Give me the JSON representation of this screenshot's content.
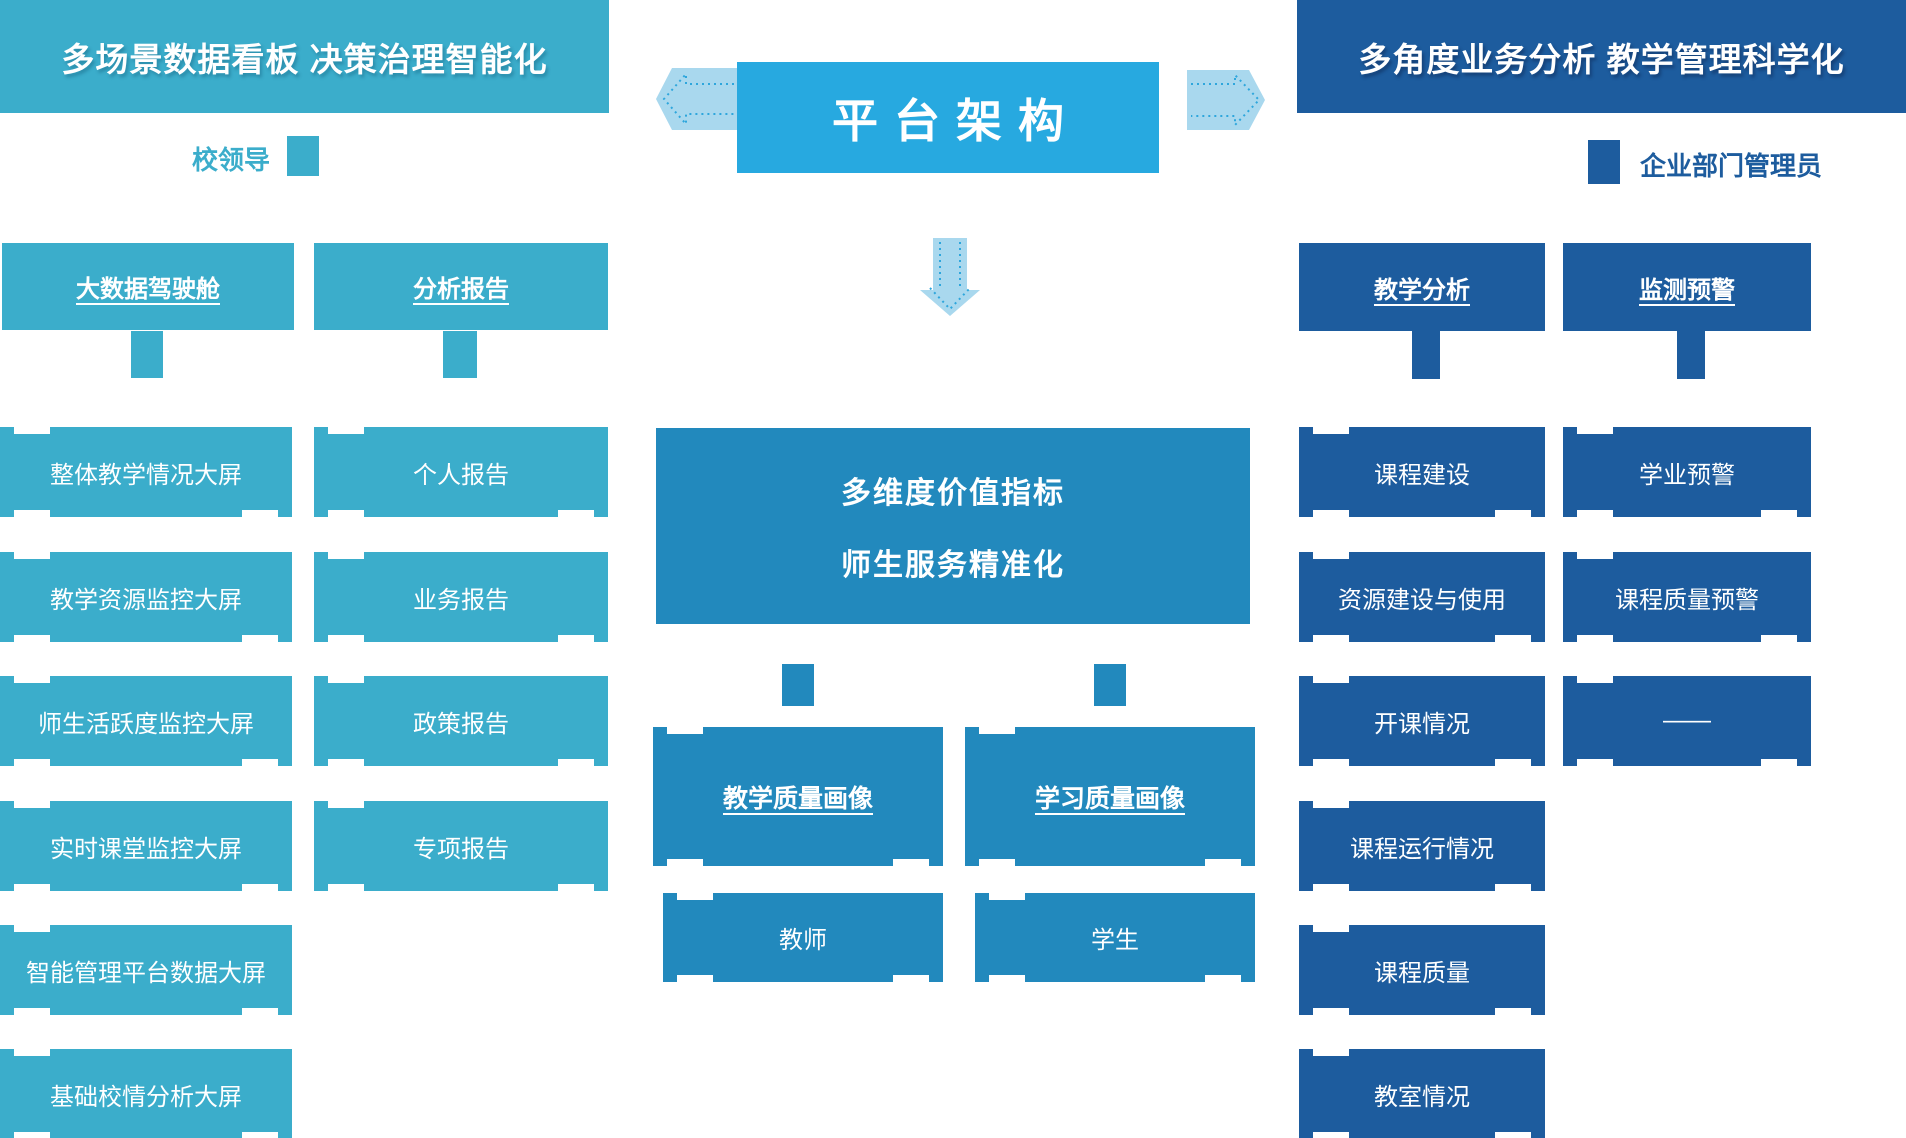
{
  "left_panel": {
    "banner": "多场景数据看板 决策治理智能化",
    "role_label": "校领导",
    "columns": [
      {
        "header": "大数据驾驶舱",
        "items": [
          "整体教学情况大屏",
          "教学资源监控大屏",
          "师生活跃度监控大屏",
          "实时课堂监控大屏",
          "智能管理平台数据大屏",
          "基础校情分析大屏"
        ]
      },
      {
        "header": "分析报告",
        "items": [
          "个人报告",
          "业务报告",
          "政策报告",
          "专项报告"
        ]
      }
    ]
  },
  "center_panel": {
    "title": "平台架构",
    "value_box": {
      "line1": "多维度价值指标",
      "line2": "师生服务精准化"
    },
    "portraits": [
      {
        "header": "教学质量画像",
        "item": "教师"
      },
      {
        "header": "学习质量画像",
        "item": "学生"
      }
    ]
  },
  "right_panel": {
    "banner": "多角度业务分析 教学管理科学化",
    "role_label": "企业部门管理员",
    "columns": [
      {
        "header": "教学分析",
        "items": [
          "课程建设",
          "资源建设与使用",
          "开课情况",
          "课程运行情况",
          "课程质量",
          "教室情况"
        ]
      },
      {
        "header": "监测预警",
        "items": [
          "学业预警",
          "课程质量预警",
          "——"
        ]
      }
    ]
  },
  "colors": {
    "teal": "#3BADCB",
    "sky_blue": "#27A9E0",
    "medium_blue": "#2289BD",
    "navy_blue": "#1D5C9E",
    "arrow_fill": "#A9D8EE",
    "arrow_dash": "#2EA6DC"
  },
  "icons": {
    "left-arrow-icon": "◀",
    "right-arrow-icon": "▶",
    "down-arrow-icon": "▼"
  }
}
